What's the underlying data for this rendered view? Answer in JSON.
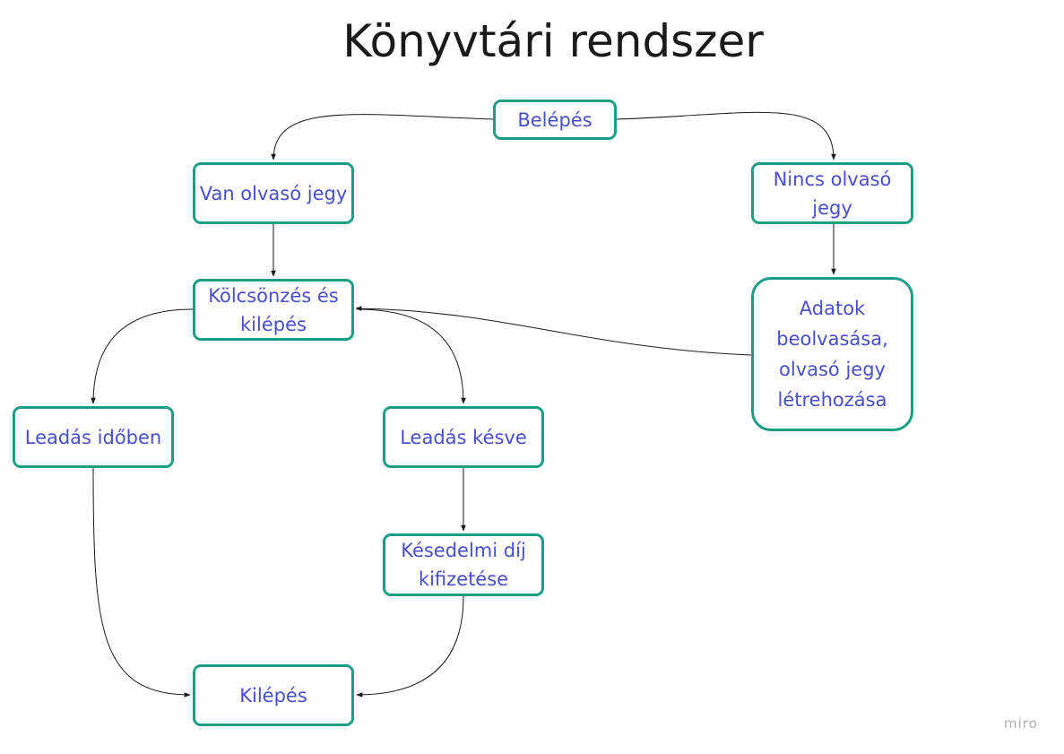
{
  "title": "Könyvtári rendszer",
  "colors": {
    "node_border": "#1a9e86",
    "node_text": "#4a4fc8",
    "edge": "#1a1a1a",
    "watermark": "#b0b0b0"
  },
  "nodes": {
    "belepes": "Belépés",
    "van_olvaso_jegy": "Van olvasó jegy",
    "nincs_olvaso_jegy": "Nincs olvasó jegy",
    "kolcsonzes_es_kilepes": "Kölcsönzés és kilépés",
    "adatok_beolvasasa": "Adatok beolvasása, olvasó jegy létrehozása",
    "leadas_idoben": "Leadás időben",
    "leadas_kesve": "Leadás késve",
    "kesedelmi_dij": "Késedelmi díj kifizetése",
    "kilepes": "Kilépés"
  },
  "edges": [
    {
      "from": "belepes",
      "to": "van_olvaso_jegy"
    },
    {
      "from": "belepes",
      "to": "nincs_olvaso_jegy"
    },
    {
      "from": "van_olvaso_jegy",
      "to": "kolcsonzes_es_kilepes"
    },
    {
      "from": "nincs_olvaso_jegy",
      "to": "adatok_beolvasasa"
    },
    {
      "from": "adatok_beolvasasa",
      "to": "kolcsonzes_es_kilepes"
    },
    {
      "from": "kolcsonzes_es_kilepes",
      "to": "leadas_idoben"
    },
    {
      "from": "kolcsonzes_es_kilepes",
      "to": "leadas_kesve"
    },
    {
      "from": "leadas_kesve",
      "to": "kesedelmi_dij"
    },
    {
      "from": "leadas_idoben",
      "to": "kilepes"
    },
    {
      "from": "kesedelmi_dij",
      "to": "kilepes"
    }
  ],
  "watermark": "miro"
}
